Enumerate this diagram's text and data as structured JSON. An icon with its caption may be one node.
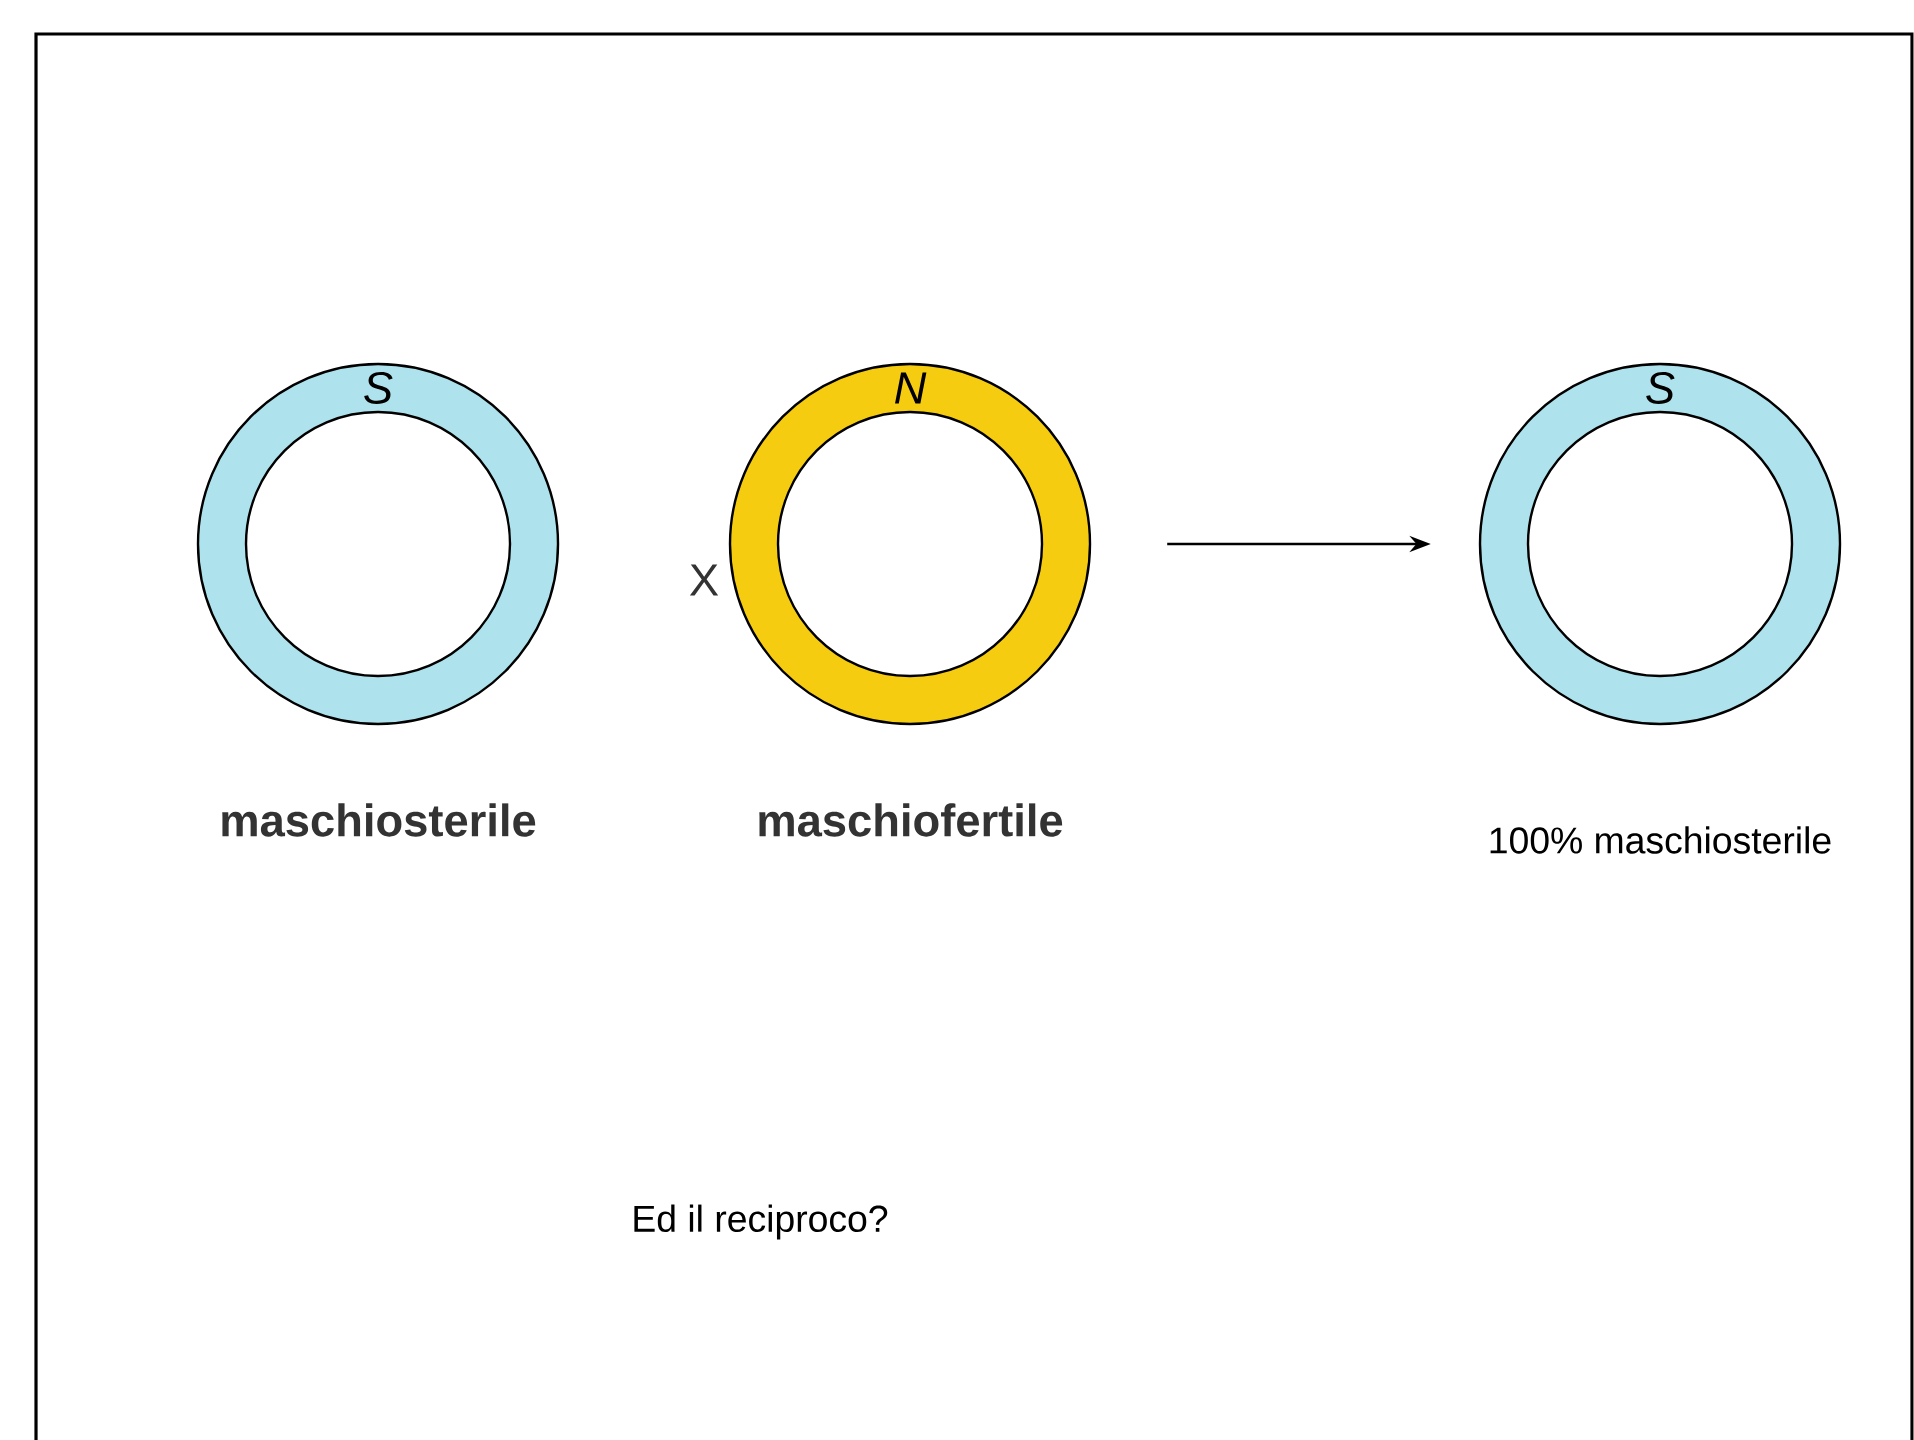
{
  "diagram": {
    "nodes": [
      {
        "text": [
          "S"
        ],
        "beside": [
          "maschiosterile"
        ]
      },
      {
        "text": [
          "N"
        ],
        "beside": [
          "maschiofertile"
        ]
      },
      {
        "text": [
          "S"
        ],
        "beside": [
          "100% maschiosterile"
        ]
      }
    ],
    "edges": [
      {
        "from": 1,
        "to": 2,
        "arrow": "to"
      }
    ],
    "labels": [
      "X",
      "Ed il reciproco?"
    ]
  }
}
